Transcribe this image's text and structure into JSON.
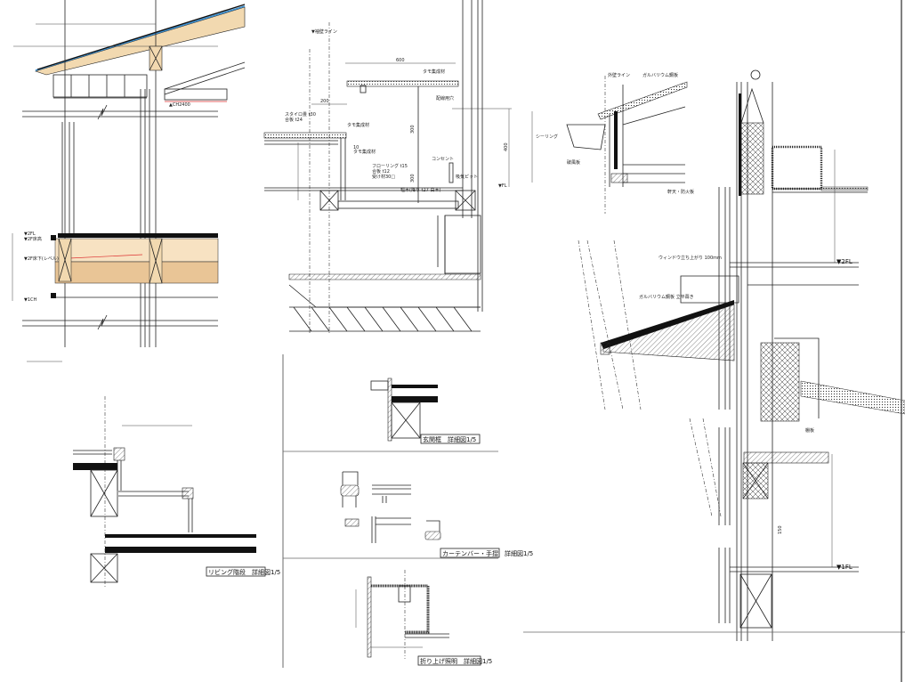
{
  "panels": {
    "roof_section": {
      "labels": [
        "▲CH2400",
        "▼2FL",
        "▼2F床高",
        "▼2F床下(レベル)",
        "▼1CH"
      ]
    },
    "counter_section": {
      "labels": {
        "wall_line": "▼袖壁ライン",
        "dim_600": "600",
        "tamo1": "タモ集成材",
        "wiring_hole": "配線用穴",
        "styro": "スタイロ畳 t30",
        "plywood24": "合板 t24",
        "tamo2": "タモ集成材",
        "tamo3": "タモ集成材",
        "flooring": "フローリング t15",
        "plywood12": "合板 t12",
        "support": "受け材30□",
        "baseboard": "幅木(降り t27 白木)",
        "outlet": "コンセント",
        "intake": "吸気ピット",
        "fl": "▼FL",
        "dim_200": "200",
        "dim_300a": "300",
        "dim_300b": "300",
        "dim_400": "400",
        "dim_10": "10"
      }
    },
    "eave_section": {
      "labels": {
        "outer_wall": "外壁ライン",
        "roofing": "ガルバリウム鋼板",
        "sealing": "シーリング",
        "fascia": "破風板",
        "soffit": "軒天・防火板",
        "fl2": "▼2FL",
        "fl1": "▼1FL",
        "canopy": "ガルバリウム鋼板 立平葺き",
        "window_note": "ウィンドウ立ち上がり 100mm",
        "shelf": "棚板",
        "dim_150": "150"
      }
    },
    "titles": {
      "stairs": "リビング階段　詳細図1/5",
      "entrance": "玄関框　詳細図1/5",
      "handrail": "カーテンバー・手摺　詳細図1/5",
      "ceiling": "折り上げ照明　詳細図1/5"
    }
  }
}
